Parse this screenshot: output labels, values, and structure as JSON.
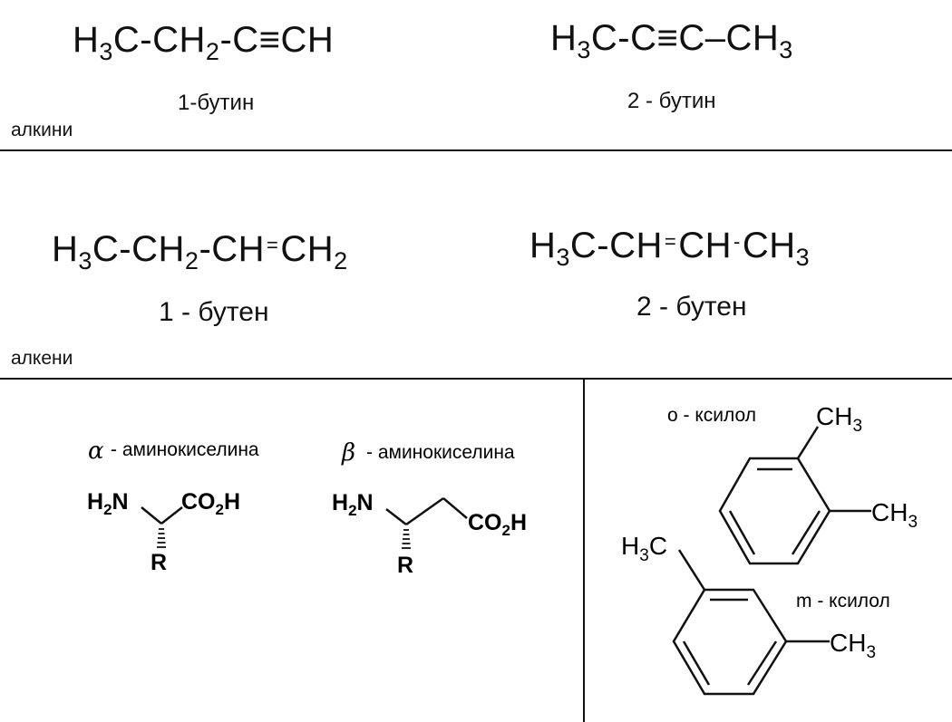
{
  "alkynes": {
    "f1": {
      "a": "H",
      "b": "3",
      "c": "C-CH",
      "d": "2",
      "e": "-C",
      "bond": "≡",
      "f": "CH"
    },
    "f2": {
      "a": "H",
      "b": "3",
      "c": "C-C",
      "bond": "≡",
      "d": "C",
      "e": "–CH",
      "f": "3"
    },
    "name1": "1-бутин",
    "name2": "2 - бутин",
    "section_label": "алкини"
  },
  "alkenes": {
    "f1": {
      "a": "H",
      "b": "3",
      "c": "C-CH",
      "d": "2",
      "e": "-CH",
      "bond": "=",
      "f": "CH",
      "g": "2"
    },
    "f2": {
      "a": "H",
      "b": "3",
      "c": "C-CH",
      "bond": "=",
      "d": "CH",
      "e": "-",
      "f": "CH",
      "g": "3"
    },
    "name1": "1 - бутен",
    "name2": "2 - бутен",
    "section_label": "алкени"
  },
  "amino": {
    "alpha_symbol": "α",
    "alpha_label": "- аминокиселина",
    "beta_symbol": "β",
    "beta_label": "- аминокиселина",
    "h": "H",
    "two": "2",
    "n": "N",
    "co": "CO",
    "oh": "H",
    "r": "R"
  },
  "xylene": {
    "o_label": "o - ксилол",
    "m_label": "m - ксилол",
    "ch": "CH",
    "h": "H",
    "c": "C",
    "three": "3"
  }
}
